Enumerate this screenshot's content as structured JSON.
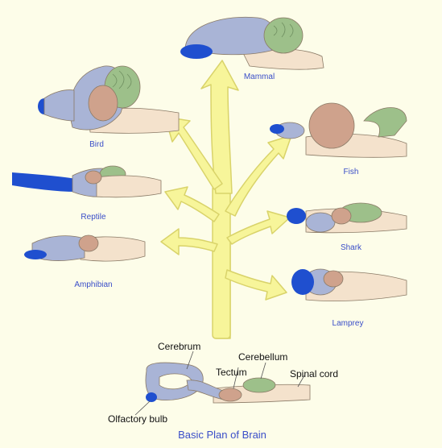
{
  "species": {
    "mammal": "Mammal",
    "bird": "Bird",
    "fish": "Fish",
    "reptile": "Reptile",
    "shark": "Shark",
    "amphibian": "Amphibian",
    "lamprey": "Lamprey"
  },
  "basic_plan": {
    "title": "Basic Plan of Brain",
    "parts": {
      "cerebrum": "Cerebrum",
      "cerebellum": "Cerebellum",
      "tectum": "Tectum",
      "spinal_cord": "Spinal cord",
      "olfactory_bulb": "Olfactory bulb"
    }
  },
  "colors": {
    "background": "#fdfde9",
    "olfactory": "#1f4fcf",
    "cerebrum": "#a9b4d6",
    "tectum": "#cfa28c",
    "cerebellum": "#9dc08a",
    "brainstem": "#f4e2cc",
    "outline": "#8a7a66",
    "arrow_fill": "#f7f59a",
    "arrow_stroke": "#d9d36a",
    "species_label": "#3a4ec8",
    "part_label": "#111111"
  }
}
